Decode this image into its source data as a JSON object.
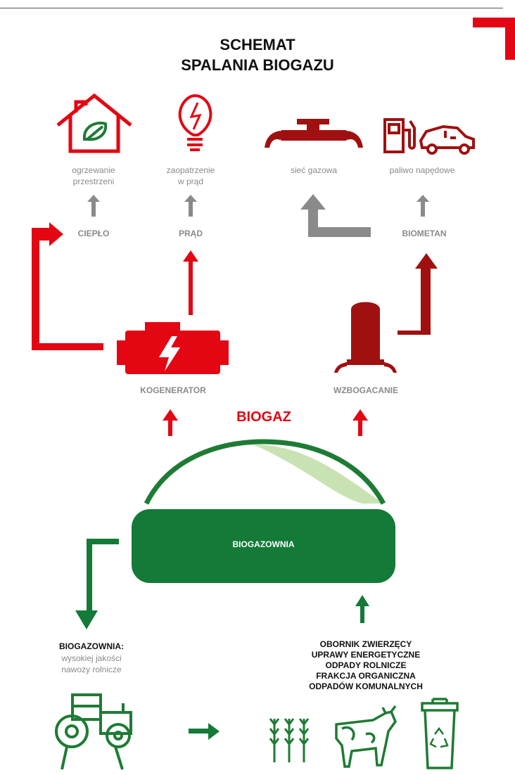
{
  "title": {
    "line1": "SCHEMAT",
    "line2": "SPALANIA BIOGAZU"
  },
  "outputs": {
    "heating": "ogrzewanie\nprzestrzeni",
    "power": "zaopatrzenie\nw prąd",
    "gas_network": "sieć gazowa",
    "fuel": "paliwo napędowe"
  },
  "nodes": {
    "heat": "CIEPŁO",
    "electricity": "PRĄD",
    "biomethane": "BIOMETAN",
    "cogenerator": "KOGENERATOR",
    "upgrading": "WZBOGACANIE",
    "biogas": "BIOGAZ",
    "plant": "BIOGAZOWNIA"
  },
  "digestate": {
    "head": "BIOGAZOWNIA:",
    "sub": "wysokiej jakości\nnawozy rolnicze"
  },
  "feedstock": [
    "OBORNIK ZWIERZĘCY",
    "UPRAWY ENERGETYCZNE",
    "ODPADY ROLNICZE",
    "FRAKCJA ORGANICZNA",
    "ODPADÓW KOMUNALNYCH"
  ],
  "colors": {
    "red": "#e30613",
    "dark_red": "#a01010",
    "gray": "#8a8a8a",
    "green": "#1e7b34",
    "dark_green": "#137a37",
    "light_green": "#c9e2b3"
  },
  "icons": [
    "house-leaf-icon",
    "lightbulb-icon",
    "gas-pipe-valve-icon",
    "fuel-pump-icon",
    "car-icon",
    "cogenerator-engine-icon",
    "upgrading-tank-icon",
    "digester-dome-icon",
    "tractor-icon",
    "wheat-icon",
    "cow-icon",
    "recycling-bin-icon"
  ]
}
